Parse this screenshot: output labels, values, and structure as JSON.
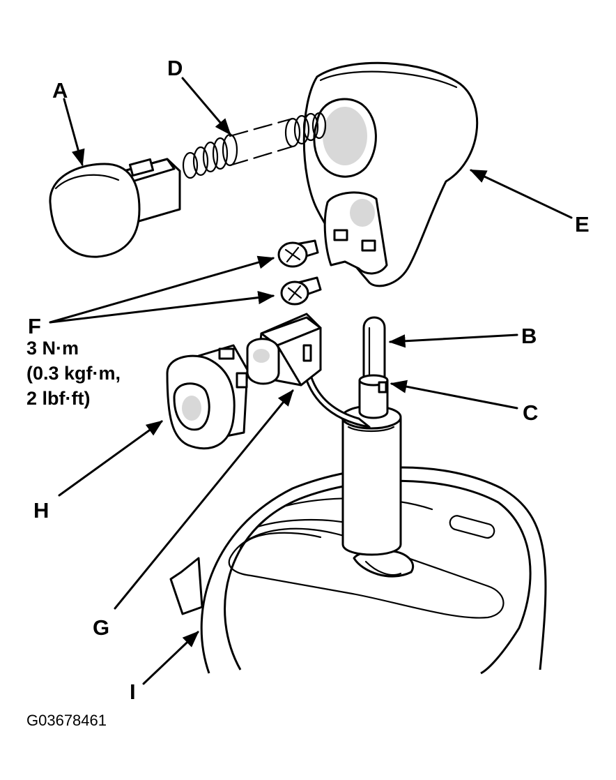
{
  "callouts": {
    "A": "A",
    "B": "B",
    "C": "C",
    "D": "D",
    "E": "E",
    "F": "F",
    "G": "G",
    "H": "H",
    "I": "I"
  },
  "torque_spec": {
    "line1": "3 N·m",
    "line2": "(0.3 kgf·m,",
    "line3": "2 lbf·ft)"
  },
  "figure_code": "G03678461"
}
